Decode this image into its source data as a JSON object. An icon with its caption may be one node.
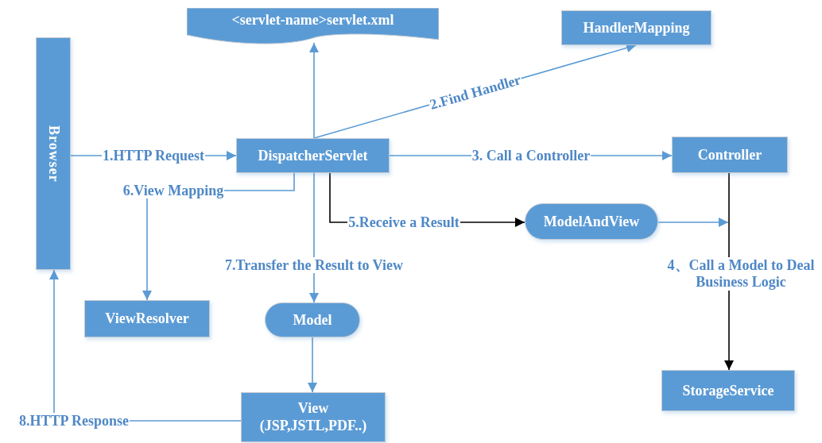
{
  "diagram": {
    "nodes": [
      {
        "text": [
          "Browser"
        ]
      },
      {
        "text": [
          "<servlet-name>servlet.xml"
        ]
      },
      {
        "text": [
          "HandlerMapping"
        ]
      },
      {
        "text": [
          "DispatcherServlet"
        ]
      },
      {
        "text": [
          "Controller"
        ]
      },
      {
        "text": [
          "ModelAndView"
        ]
      },
      {
        "text": [
          "ViewResolver"
        ]
      },
      {
        "text": [
          "Model"
        ]
      },
      {
        "text": [
          "View (JSP,JSTL,PDF..)"
        ]
      },
      {
        "text": [
          "StorageService"
        ]
      }
    ],
    "edges": [
      {
        "from": 0,
        "to": 3,
        "arrow": "to",
        "label": "1.HTTP Request"
      },
      {
        "from": 3,
        "to": 1,
        "arrow": "to"
      },
      {
        "from": 3,
        "to": 2,
        "arrow": "to",
        "label": "2.Find Handler"
      },
      {
        "from": 3,
        "to": 4,
        "arrow": "to",
        "label": "3. Call a Controller"
      },
      {
        "from": 4,
        "to": 9,
        "arrow": "to",
        "label": "4、Call a Model to Deal Business Logic",
        "color": "#000000"
      },
      {
        "from": 3,
        "to": 5,
        "arrow": "to",
        "label": "5.Receive a Result",
        "color": "#000000"
      },
      {
        "from": 5,
        "to": null,
        "arrow": "to"
      },
      {
        "from": 3,
        "to": 6,
        "arrow": "to",
        "label": "6.View Mapping"
      },
      {
        "from": 3,
        "to": 7,
        "arrow": "to",
        "label": "7.Transfer the Result to View"
      },
      {
        "from": 7,
        "to": 8,
        "arrow": "to"
      },
      {
        "from": 8,
        "to": 0,
        "arrow": "to",
        "label": "8.HTTP Response"
      }
    ]
  }
}
